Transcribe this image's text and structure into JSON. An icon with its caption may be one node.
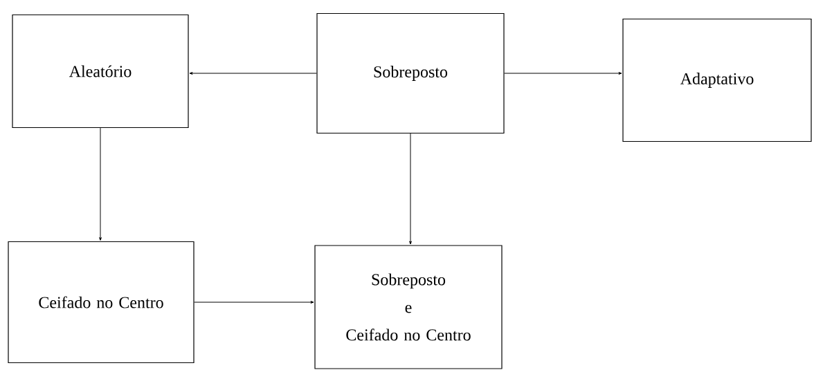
{
  "diagram": {
    "nodes": [
      {
        "text": [
          "Aleatório"
        ]
      },
      {
        "text": [
          "Sobreposto"
        ]
      },
      {
        "text": [
          "Adaptativo"
        ]
      },
      {
        "text": [
          "Ceifado no Centro"
        ]
      },
      {
        "text": [
          "Sobreposto e Ceifado no Centro"
        ]
      }
    ],
    "edges": [
      {
        "from": 1,
        "to": 0,
        "arrow": "to"
      },
      {
        "from": 1,
        "to": 2,
        "arrow": "to"
      },
      {
        "from": 0,
        "to": 3,
        "arrow": "to"
      },
      {
        "from": 1,
        "to": 4,
        "arrow": "to"
      },
      {
        "from": 3,
        "to": 4,
        "arrow": "to"
      }
    ]
  }
}
